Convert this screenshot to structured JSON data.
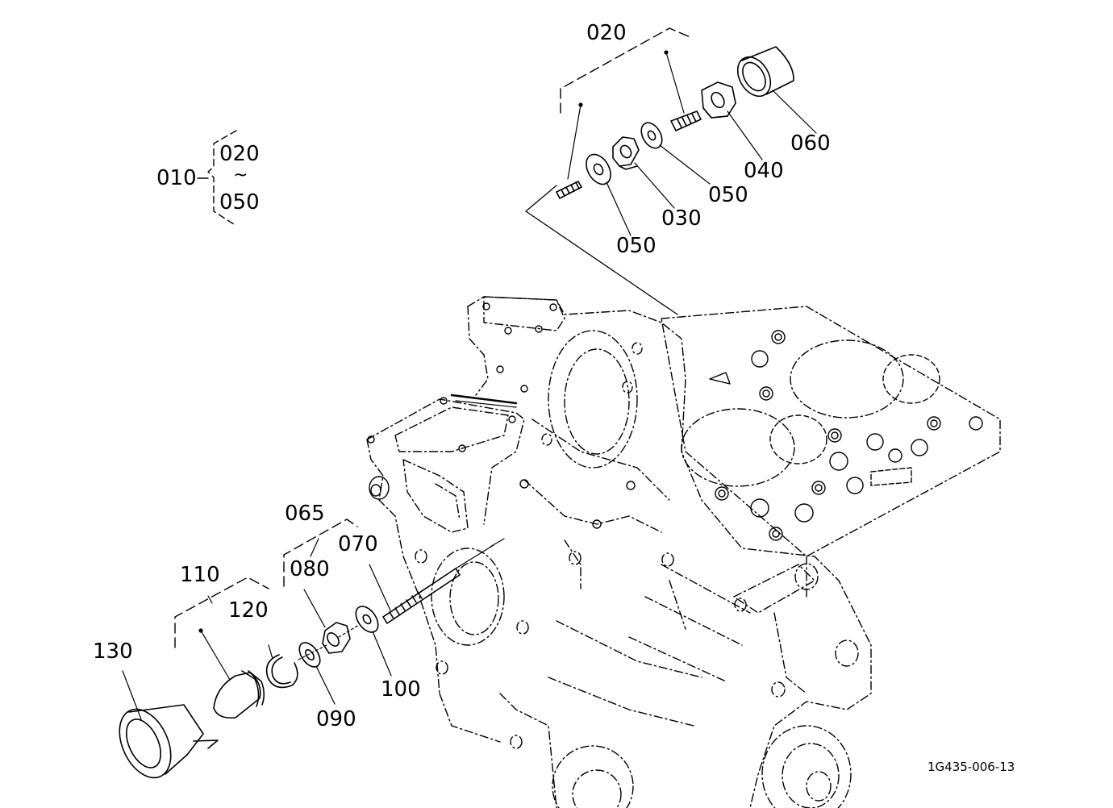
{
  "diagram": {
    "drawing_id": "1G435-006-13",
    "assembly_group": {
      "label": "010",
      "range_start": "020",
      "range_separator": "~",
      "range_end": "050"
    },
    "callouts": {
      "c020": "020",
      "c060": "060",
      "c040": "040",
      "c050_upper": "050",
      "c030": "030",
      "c050_lower": "050",
      "c065": "065",
      "c070": "070",
      "c080": "080",
      "c110": "110",
      "c120": "120",
      "c130": "130",
      "c090": "090",
      "c100": "100"
    }
  }
}
